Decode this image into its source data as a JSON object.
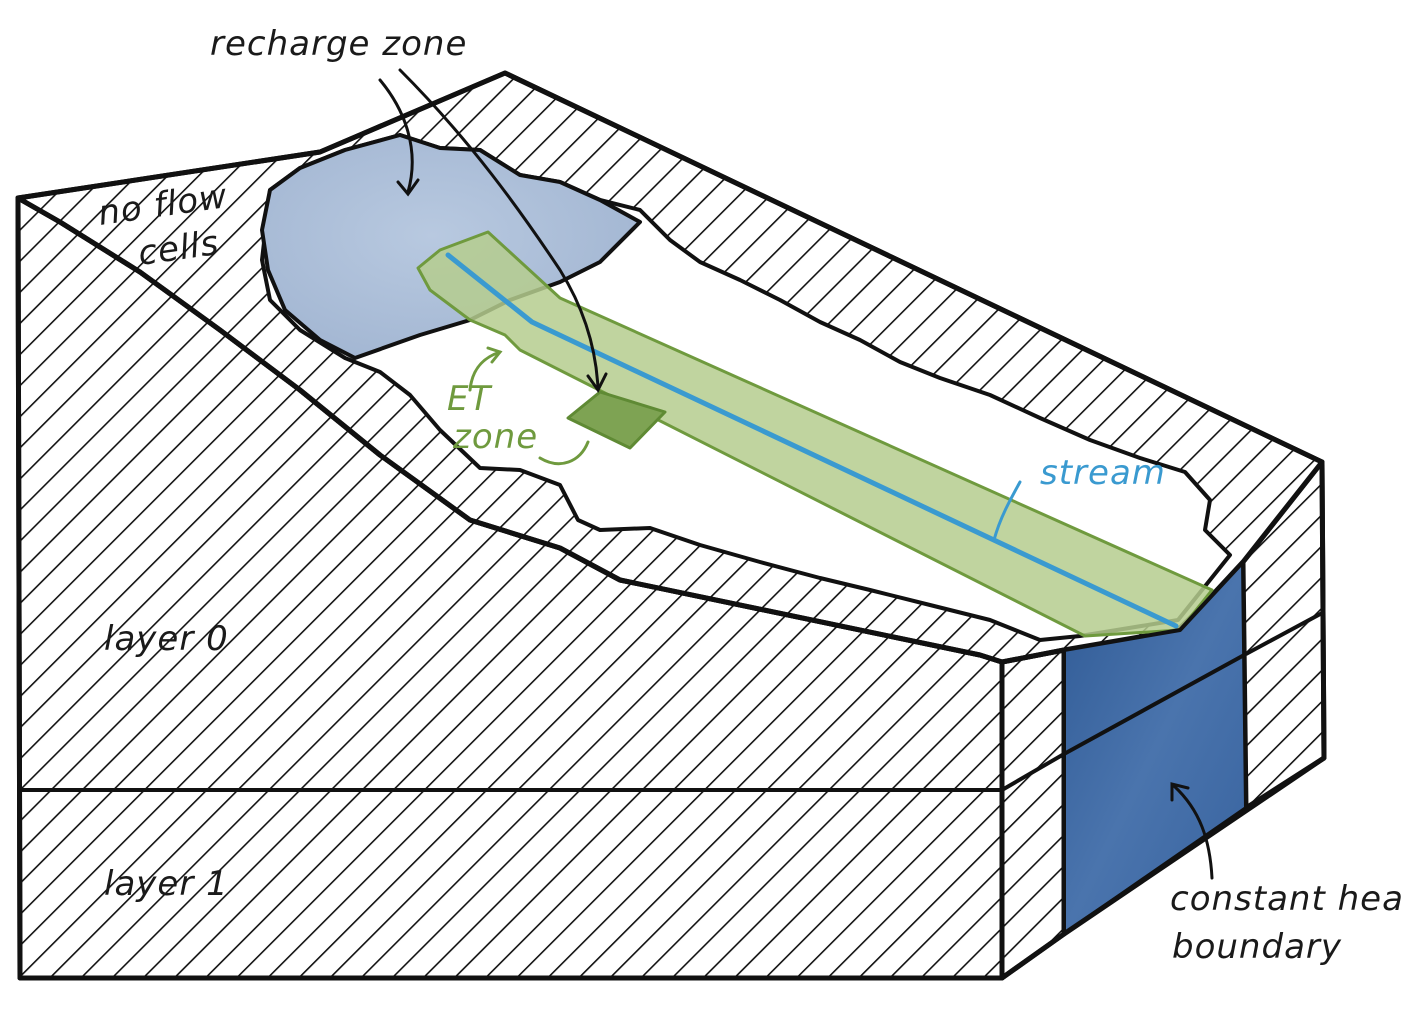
{
  "labels": {
    "recharge_zone": "recharge zone",
    "no_flow_line1": "no flow",
    "no_flow_line2": "cells",
    "et_line1": "ET",
    "et_line2": "zone",
    "stream": "stream",
    "layer0": "layer 0",
    "layer1": "layer 1",
    "constant_head_line1": "constant head",
    "constant_head_line2": "boundary"
  },
  "colors": {
    "outline": "#111111",
    "hatch": "#111111",
    "recharge_zone_fill": "#a9bcd6",
    "et_strip_fill": "#b5cc8e",
    "et_zone_fill": "#7ea353",
    "stream_line": "#3a9ad0",
    "constant_head_fill": "#3f679e",
    "et_label": "#6f9a3e",
    "stream_label": "#3a9ad0"
  }
}
